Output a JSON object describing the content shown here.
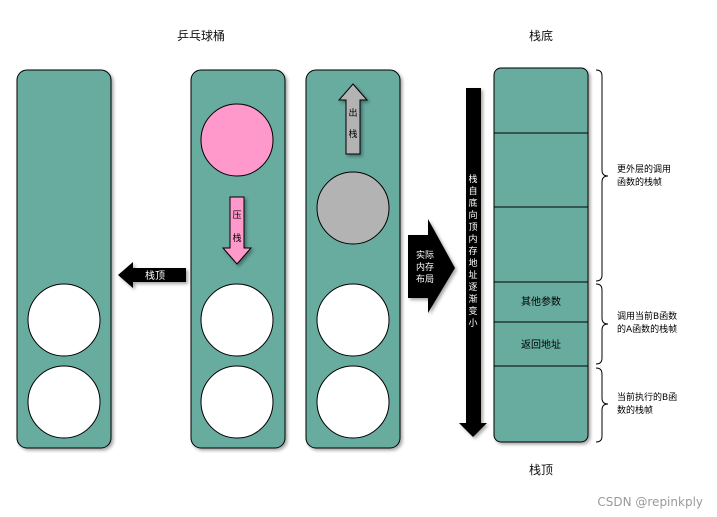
{
  "titles": {
    "ping_pong_tube": "乒乓球桶",
    "stack_bottom": "栈底",
    "stack_top_bottom_label": "栈顶"
  },
  "arrows": {
    "stack_top_pointer": "栈顶",
    "push": "压栈",
    "pop": "出栈",
    "actual_layout": "实际内存布局",
    "growth_direction": "栈自底向顶内存地址逐渐变小"
  },
  "stack_frames": {
    "other_params": "其他参数",
    "return_address": "返回地址"
  },
  "braces": {
    "outer_frames": "更外层的调用函数的栈帧",
    "a_frame": "调用当前B函数的A函数的栈帧",
    "b_frame": "当前执行的B函数的栈帧"
  },
  "watermark": "CSDN @repinkply",
  "colors": {
    "tube": "#67ab9f",
    "ball_white": "#ffffff",
    "ball_pink": "#ff99cc",
    "ball_gray": "#b3b3b3",
    "arrow_dark": "#000000"
  }
}
